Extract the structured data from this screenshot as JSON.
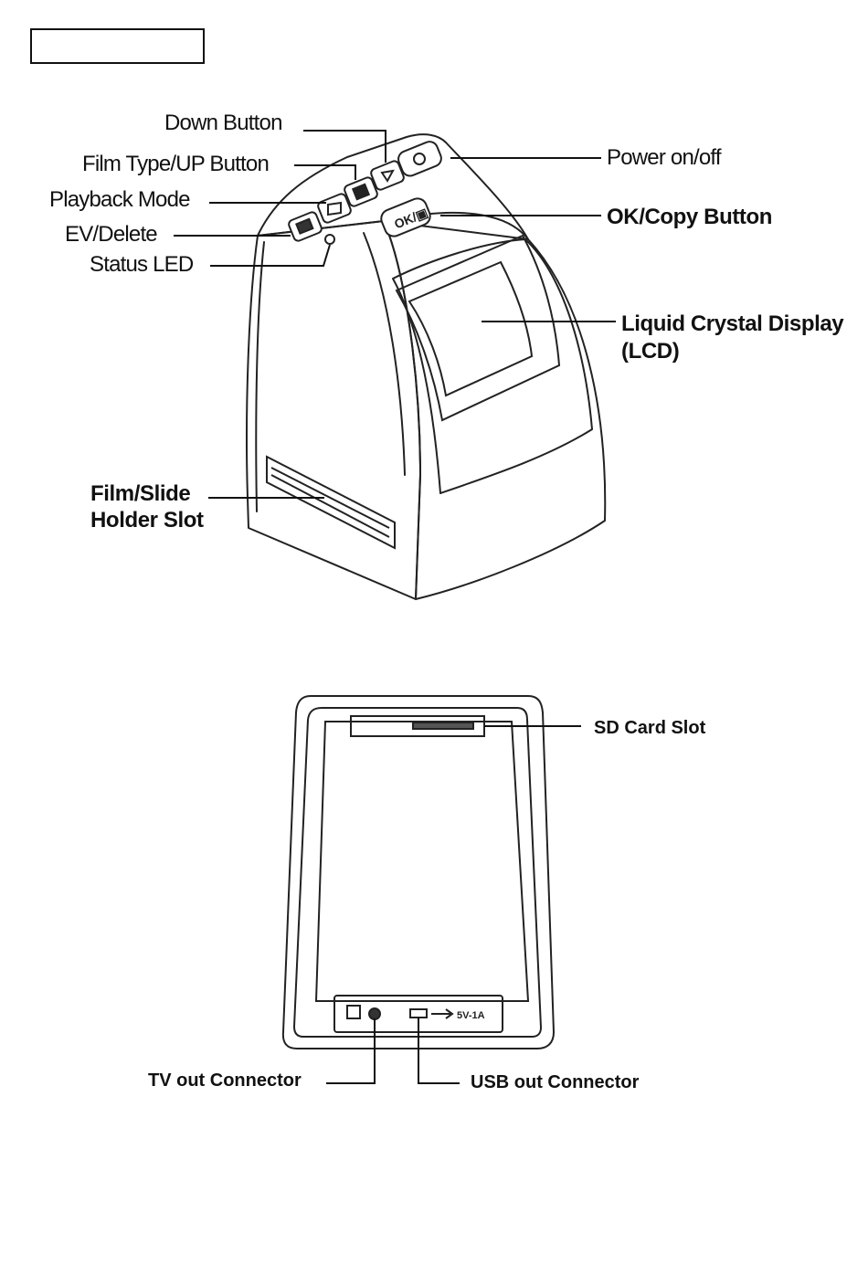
{
  "front_labels": {
    "down_button": "Down Button",
    "film_type_up_button": "Film Type/UP Button",
    "playback_mode": "Playback Mode",
    "ev_delete": "EV/Delete",
    "status_led": "Status LED",
    "power_on_off": "Power on/off",
    "ok_copy_button": "OK/Copy  Button",
    "lcd_line1": "Liquid Crystal Display",
    "lcd_line2": "(LCD)",
    "film_slot_line1": "Film/Slide",
    "film_slot_line2": "Holder Slot"
  },
  "back_labels": {
    "sd_card_slot": "SD Card Slot",
    "tv_out": "TV out Connector",
    "usb_out": "USB out Connector",
    "usb_rating": "5V-1A"
  },
  "icons": [
    "power-icon",
    "down-triangle-icon",
    "film-type-icon",
    "playback-icon",
    "ev-delete-icon",
    "ok-copy-icon",
    "tv-out-icon",
    "usb-icon"
  ]
}
